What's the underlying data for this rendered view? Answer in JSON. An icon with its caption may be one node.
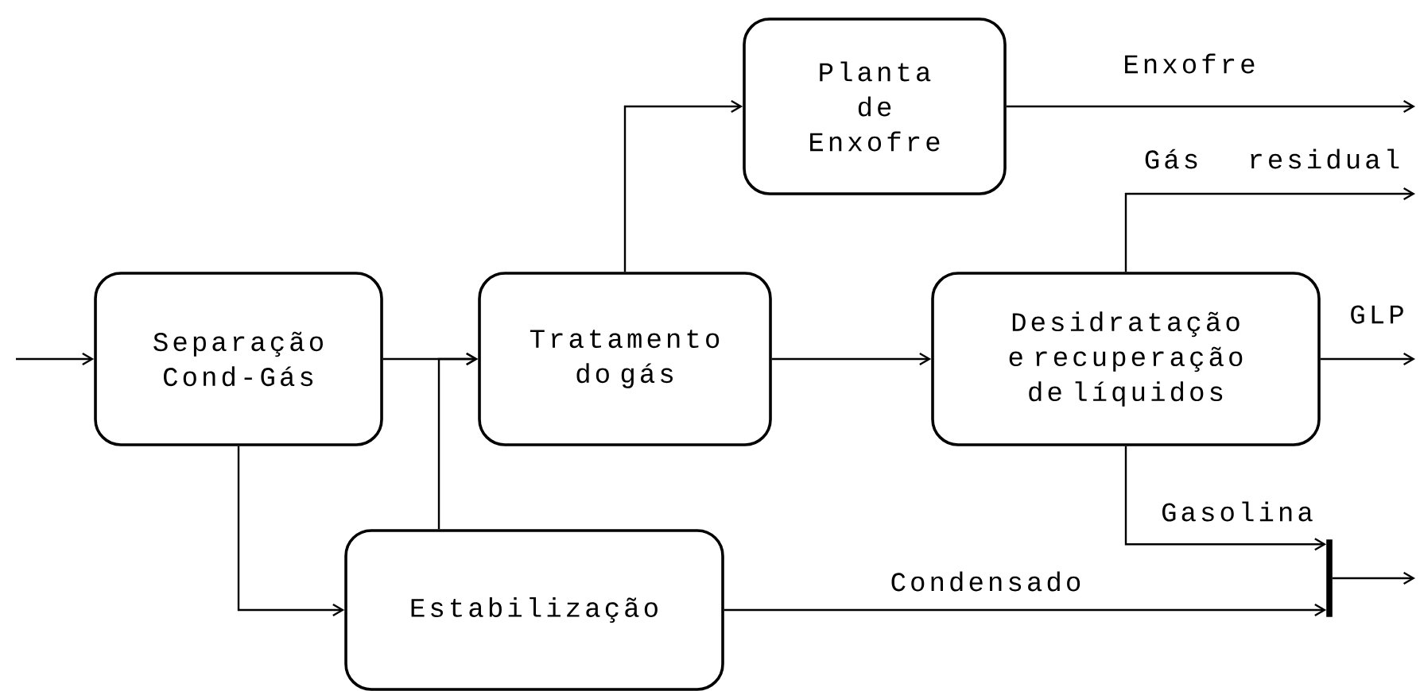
{
  "diagram": {
    "nodes": [
      {
        "text": [
          "Separação Cond-Gás"
        ]
      },
      {
        "text": [
          "Tratamento do gás"
        ]
      },
      {
        "text": [
          "Planta de Enxofre"
        ]
      },
      {
        "text": [
          "Desidratação e recuperação de líquidos"
        ]
      },
      {
        "text": [
          "Estabilização"
        ]
      },
      {
        "text": [],
        "shape": "bar"
      }
    ],
    "edges": [
      {
        "from": null,
        "to": 0,
        "arrow": "to"
      },
      {
        "from": 0,
        "to": 1,
        "arrow": "to"
      },
      {
        "from": 0,
        "to": 4,
        "arrow": "to"
      },
      {
        "from": 4,
        "to": 1,
        "arrow": "to"
      },
      {
        "from": 1,
        "to": 2,
        "arrow": "to"
      },
      {
        "from": 2,
        "to": null,
        "arrow": "to",
        "label": "Enxofre"
      },
      {
        "from": 1,
        "to": 3,
        "arrow": "to"
      },
      {
        "from": 3,
        "to": null,
        "arrow": "to",
        "label": "Gás residual"
      },
      {
        "from": 3,
        "to": null,
        "arrow": "to",
        "label": "GLP"
      },
      {
        "from": 3,
        "to": 5,
        "arrow": "to",
        "label": "Gasolina"
      },
      {
        "from": 4,
        "to": 5,
        "arrow": "to",
        "label": "Condensado"
      },
      {
        "from": 5,
        "to": null,
        "arrow": "to"
      }
    ]
  }
}
